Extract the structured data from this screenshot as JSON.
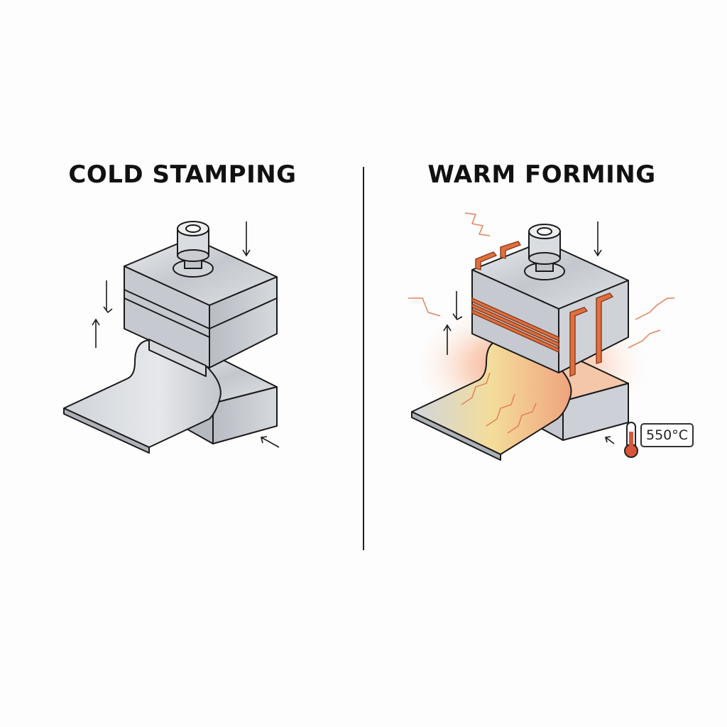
{
  "panels": [
    {
      "title": "COLD STAMPING",
      "process": "cold",
      "components": [
        "punch-cylinder",
        "upper-die",
        "lower-die",
        "sheet-blank",
        "force-arrows"
      ]
    },
    {
      "title": "WARM FORMING",
      "process": "warm",
      "components": [
        "punch-cylinder",
        "upper-die",
        "heating-coils",
        "lower-die",
        "sheet-blank",
        "heat-waves",
        "heat-glow",
        "thermometer",
        "force-arrows"
      ],
      "temperature": "550°C"
    }
  ],
  "colors": {
    "metal": "#c9ccd1",
    "metal_dark": "#a9adb4",
    "outline": "#1a1a1a",
    "heater": "#e0703f",
    "glow": "#f25a3c",
    "glow_yellow": "#f6d77a",
    "thermometer": "#d9553a"
  }
}
